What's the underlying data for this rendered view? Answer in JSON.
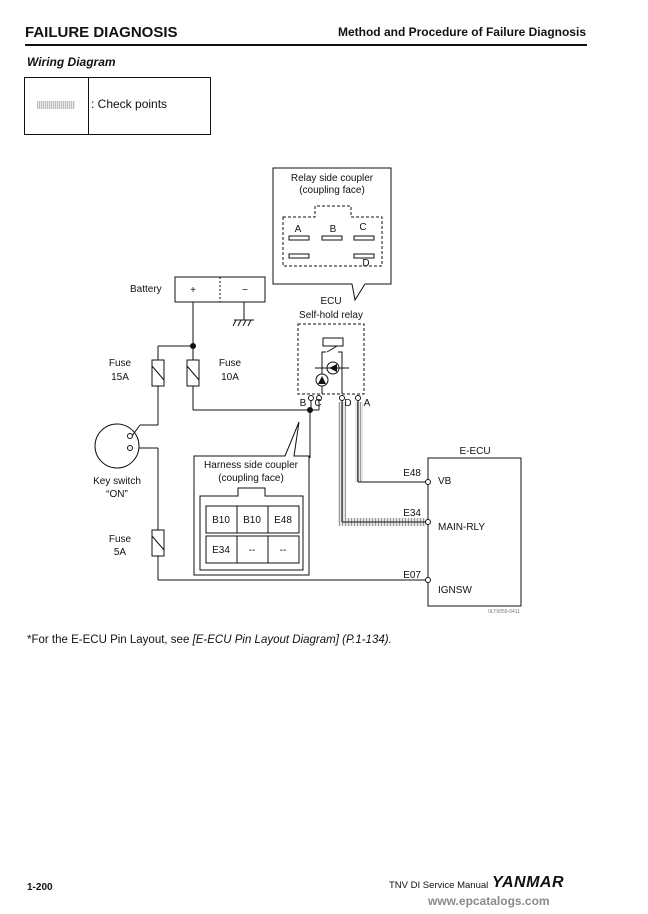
{
  "header": {
    "section": "FAILURE DIAGNOSIS",
    "subtitle": "Method and Procedure of Failure Diagnosis"
  },
  "section_title": "Wiring Diagram",
  "legend": {
    "label": ": Check points"
  },
  "diagram": {
    "relay_coupler": {
      "title_line1": "Relay side coupler",
      "title_line2": "(coupling face)",
      "pins": [
        "A",
        "B",
        "C",
        "D"
      ]
    },
    "battery": {
      "label": "Battery",
      "plus": "+",
      "minus": "−"
    },
    "ecu": {
      "label": "ECU",
      "relay": "Self-hold relay",
      "pins": [
        "B",
        "C",
        "D",
        "A"
      ]
    },
    "fuse_15a": {
      "name": "Fuse",
      "rating": "15A"
    },
    "fuse_10a": {
      "name": "Fuse",
      "rating": "10A"
    },
    "fuse_5a": {
      "name": "Fuse",
      "rating": "5A"
    },
    "key_switch": {
      "label": "Key switch",
      "state": "“ON”"
    },
    "harness_coupler": {
      "title_line1": "Harness side coupler",
      "title_line2": "(coupling face)",
      "cells": [
        [
          "B10",
          "B10",
          "E48"
        ],
        [
          "E34",
          "--",
          "--"
        ]
      ]
    },
    "e_ecu": {
      "label": "E-ECU",
      "terminals": [
        {
          "pin": "E48",
          "name": "VB"
        },
        {
          "pin": "E34",
          "name": "MAIN-RLY"
        },
        {
          "pin": "E07",
          "name": "IGNSW"
        }
      ],
      "figure_code": "0LT0059-0411"
    }
  },
  "footnote": {
    "prefix": "*For the E-ECU Pin Layout, see ",
    "reference": "[E-ECU Pin Layout Diagram] (P.1-134)."
  },
  "footer": {
    "page": "1-200",
    "manual": "TNV DI Service Manual",
    "brand": "YANMAR",
    "watermark": "www.epcatalogs.com"
  }
}
